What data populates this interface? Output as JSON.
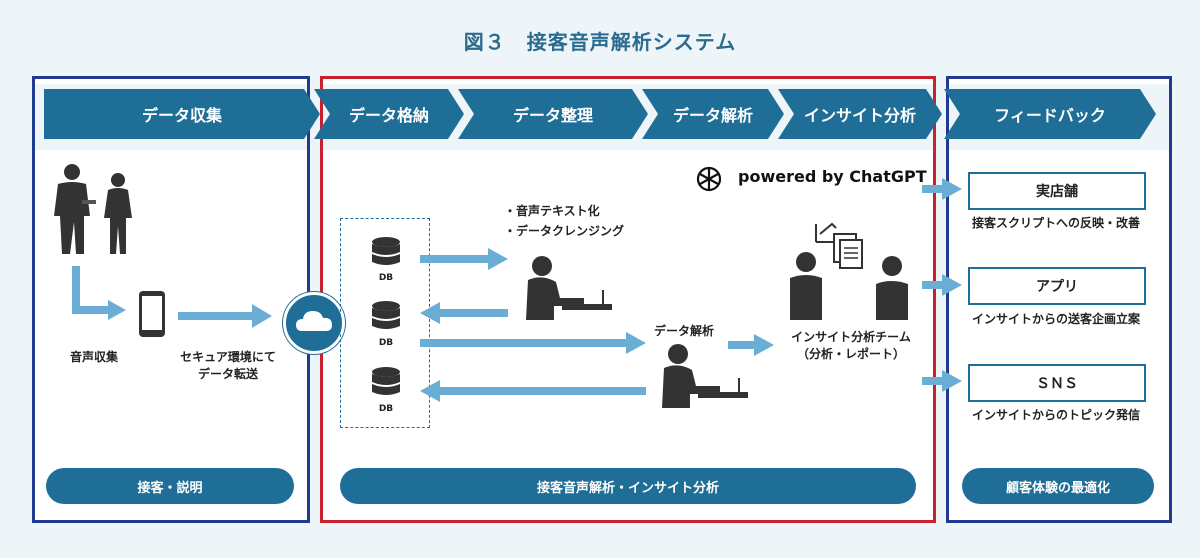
{
  "title": "図３　接客音声解析システム",
  "stages": [
    {
      "label": "データ収集"
    },
    {
      "label": "データ格納"
    },
    {
      "label": "データ整理"
    },
    {
      "label": "データ解析"
    },
    {
      "label": "インサイト分析"
    },
    {
      "label": "フィードバック"
    }
  ],
  "collection": {
    "voice_label": "音声収集",
    "transfer_label_1": "セキュア環境にて",
    "transfer_label_2": "データ転送"
  },
  "storage": {
    "db_label": "DB"
  },
  "organize": {
    "bullet_1": "・音声テキスト化",
    "bullet_2": "・データクレンジング"
  },
  "analysis": {
    "label": "データ解析"
  },
  "insight": {
    "team_1": "インサイト分析チーム",
    "team_2": "（分析・レポート）"
  },
  "powered_by": "powered by ChatGPT",
  "feedback": [
    {
      "box": "実店舗",
      "caption": "接客スクリプトへの反映・改善"
    },
    {
      "box": "アプリ",
      "caption": "インサイトからの送客企画立案"
    },
    {
      "box": "ＳＮＳ",
      "caption": "インサイトからのトピック発信"
    }
  ],
  "bottom": {
    "left": "接客・説明",
    "middle": "接客音声解析・インサイト分析",
    "right": "顧客体験の最適化"
  },
  "colors": {
    "primary": "#1f6e98",
    "arrow": "#6aaed6",
    "frame_blue": "#1f3a8f",
    "frame_red": "#c8202c",
    "silhouette": "#333333"
  }
}
